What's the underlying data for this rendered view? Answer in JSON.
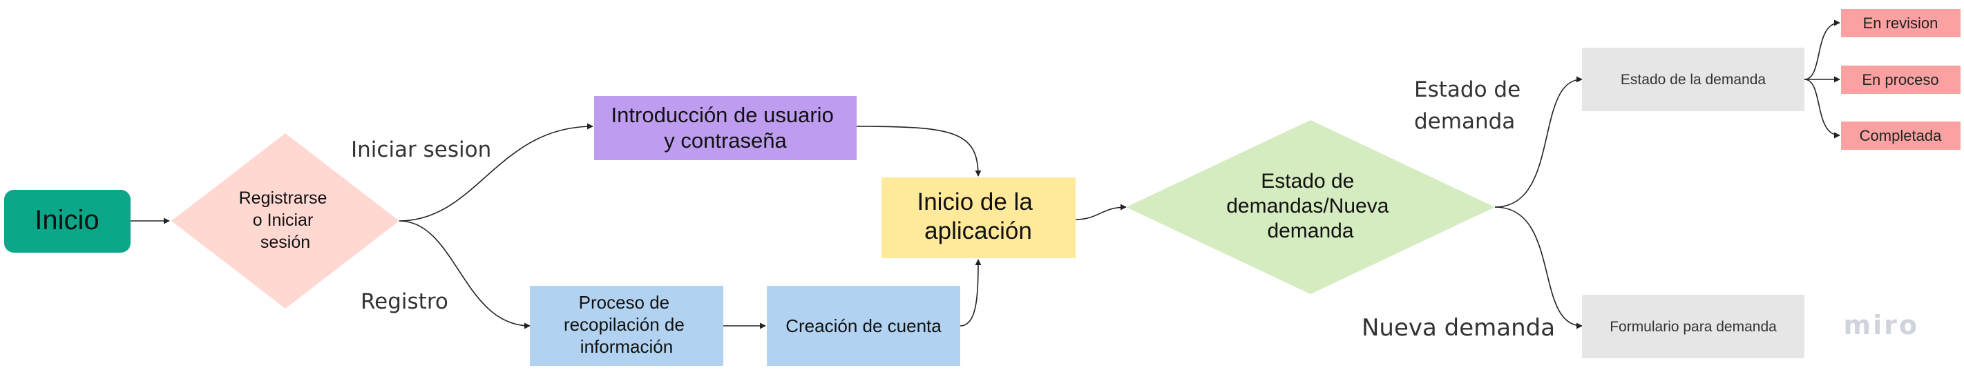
{
  "nodes": {
    "inicio": {
      "label": "Inicio",
      "color": "#0ca789"
    },
    "registrarse": {
      "lines": [
        "Registrarse",
        "o Iniciar",
        "sesión"
      ],
      "color": "#ffd8d2"
    },
    "introduccion": {
      "lines": [
        "Introducción de usuario",
        "y contraseña"
      ],
      "color": "#be9cf0"
    },
    "proceso": {
      "lines": [
        "Proceso de",
        "recopilación de",
        "información"
      ],
      "color": "#b1d3f1"
    },
    "creacion": {
      "label": "Creación de cuenta",
      "color": "#b1d3f1"
    },
    "inicio_app": {
      "lines": [
        "Inicio de la",
        "aplicación"
      ],
      "color": "#ffe99a"
    },
    "estado_nueva": {
      "lines": [
        "Estado de",
        "demandas/Nueva",
        "demanda"
      ],
      "color": "#d5ecc0"
    },
    "estado_demanda": {
      "label": "Estado de la demanda",
      "color": "#e6e6e6"
    },
    "formulario": {
      "label": "Formulario para demanda",
      "color": "#e6e6e6"
    },
    "en_revision": {
      "label": "En revision",
      "color": "#fca1a1"
    },
    "en_proceso": {
      "label": "En proceso",
      "color": "#fca1a1"
    },
    "completada": {
      "label": "Completada",
      "color": "#fca1a1"
    }
  },
  "edge_labels": {
    "iniciar_sesion": "Iniciar sesion",
    "registro": "Registro",
    "estado_de_demanda": [
      "Estado de",
      "demanda"
    ],
    "nueva_demanda": "Nueva demanda"
  },
  "watermark": "miro"
}
